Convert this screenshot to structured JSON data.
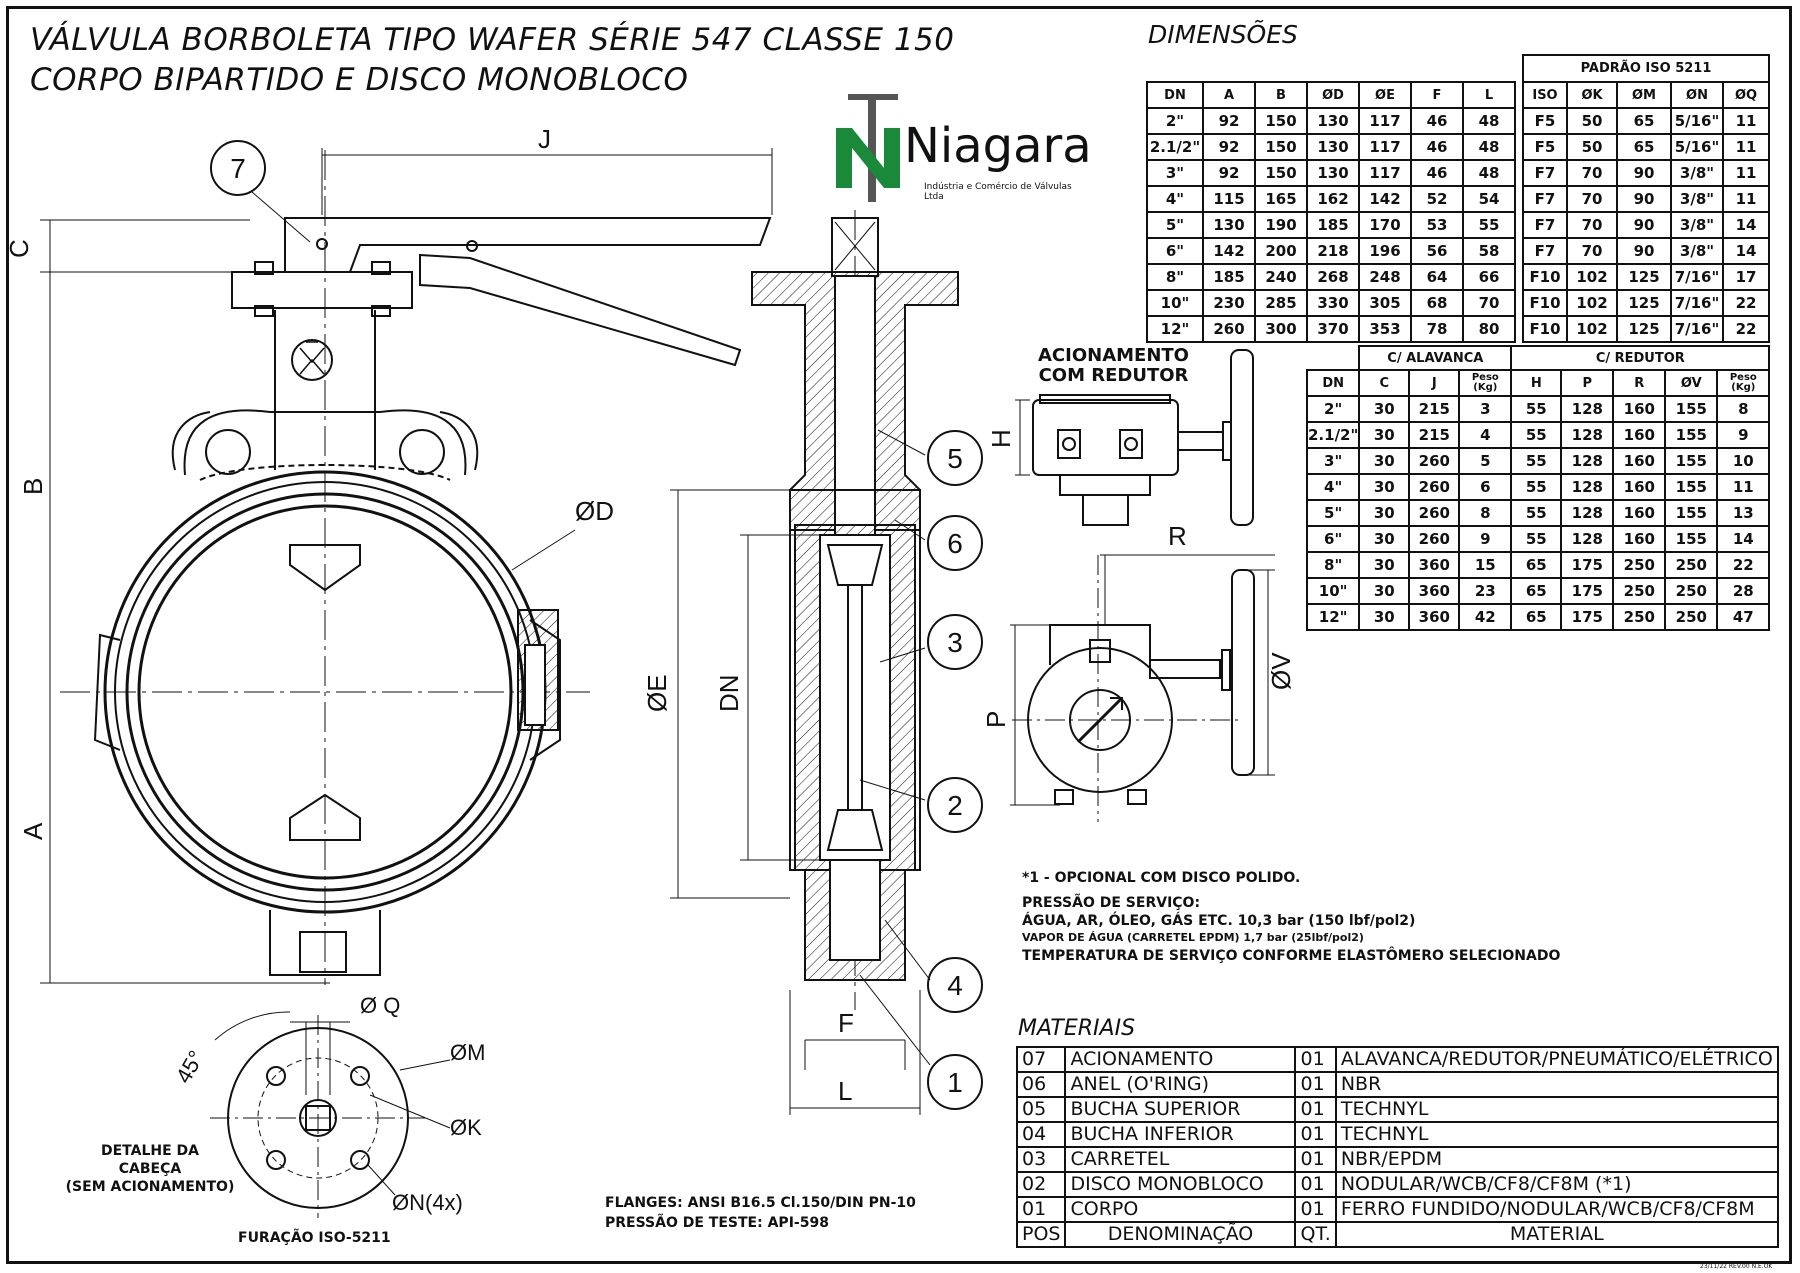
{
  "title": {
    "line1": "VÁLVULA BORBOLETA TIPO WAFER SÉRIE 547 CLASSE 150",
    "line2": "CORPO BIPARTIDO E DISCO MONOBLOCO"
  },
  "logo": {
    "name": "Niagara",
    "subtitle": "Indústria e Comércio de Válvulas Ltda"
  },
  "dimensions": {
    "heading": "DIMENSÕES",
    "iso_group": "PADRÃO ISO 5211",
    "headers": [
      "DN",
      "A",
      "B",
      "ØD",
      "ØE",
      "F",
      "L",
      "ISO",
      "ØK",
      "ØM",
      "ØN",
      "ØQ"
    ],
    "rows": [
      [
        "2\"",
        "92",
        "150",
        "130",
        "117",
        "46",
        "48",
        "F5",
        "50",
        "65",
        "5/16\"",
        "11"
      ],
      [
        "2.1/2\"",
        "92",
        "150",
        "130",
        "117",
        "46",
        "48",
        "F5",
        "50",
        "65",
        "5/16\"",
        "11"
      ],
      [
        "3\"",
        "92",
        "150",
        "130",
        "117",
        "46",
        "48",
        "F7",
        "70",
        "90",
        "3/8\"",
        "11"
      ],
      [
        "4\"",
        "115",
        "165",
        "162",
        "142",
        "52",
        "54",
        "F7",
        "70",
        "90",
        "3/8\"",
        "11"
      ],
      [
        "5\"",
        "130",
        "190",
        "185",
        "170",
        "53",
        "55",
        "F7",
        "70",
        "90",
        "3/8\"",
        "14"
      ],
      [
        "6\"",
        "142",
        "200",
        "218",
        "196",
        "56",
        "58",
        "F7",
        "70",
        "90",
        "3/8\"",
        "14"
      ],
      [
        "8\"",
        "185",
        "240",
        "268",
        "248",
        "64",
        "66",
        "F10",
        "102",
        "125",
        "7/16\"",
        "17"
      ],
      [
        "10\"",
        "230",
        "285",
        "330",
        "305",
        "68",
        "70",
        "F10",
        "102",
        "125",
        "7/16\"",
        "22"
      ],
      [
        "12\"",
        "260",
        "300",
        "370",
        "353",
        "78",
        "80",
        "F10",
        "102",
        "125",
        "7/16\"",
        "22"
      ]
    ]
  },
  "actuation": {
    "group_lever": "C/ ALAVANCA",
    "group_gear": "C/ REDUTOR",
    "headers": [
      "DN",
      "C",
      "J",
      "Peso (Kg)",
      "H",
      "P",
      "R",
      "ØV",
      "Peso (Kg)"
    ],
    "rows": [
      [
        "2\"",
        "30",
        "215",
        "3",
        "55",
        "128",
        "160",
        "155",
        "8"
      ],
      [
        "2.1/2\"",
        "30",
        "215",
        "4",
        "55",
        "128",
        "160",
        "155",
        "9"
      ],
      [
        "3\"",
        "30",
        "260",
        "5",
        "55",
        "128",
        "160",
        "155",
        "10"
      ],
      [
        "4\"",
        "30",
        "260",
        "6",
        "55",
        "128",
        "160",
        "155",
        "11"
      ],
      [
        "5\"",
        "30",
        "260",
        "8",
        "55",
        "128",
        "160",
        "155",
        "13"
      ],
      [
        "6\"",
        "30",
        "260",
        "9",
        "55",
        "128",
        "160",
        "155",
        "14"
      ],
      [
        "8\"",
        "30",
        "360",
        "15",
        "65",
        "175",
        "250",
        "250",
        "22"
      ],
      [
        "10\"",
        "30",
        "360",
        "23",
        "65",
        "175",
        "250",
        "250",
        "28"
      ],
      [
        "12\"",
        "30",
        "360",
        "42",
        "65",
        "175",
        "250",
        "250",
        "47"
      ]
    ]
  },
  "gear_label": {
    "line1": "ACIONAMENTO",
    "line2": "COM REDUTOR"
  },
  "notes": {
    "n1": "*1 - OPCIONAL COM DISCO POLIDO.",
    "n2": "PRESSÃO DE SERVIÇO:",
    "n3": "ÁGUA, AR, ÓLEO, GÁS ETC. 10,3 bar (150 lbf/pol2)",
    "n4": "VAPOR DE ÁGUA (CARRETEL EPDM) 1,7 bar (25lbf/pol2)",
    "n5": "TEMPERATURA DE SERVIÇO CONFORME ELASTÔMERO SELECIONADO"
  },
  "flanges": {
    "line1": "FLANGES: ANSI B16.5 Cl.150/DIN PN-10",
    "line2": "PRESSÃO DE TESTE: API-598"
  },
  "head_detail": {
    "line1": "DETALHE DA",
    "line2": "CABEÇA",
    "line3": "(SEM ACIONAMENTO)",
    "caption": "FURAÇÃO ISO-5211",
    "angle": "45°"
  },
  "materials": {
    "heading": "MATERIAIS",
    "rows": [
      [
        "07",
        "ACIONAMENTO",
        "01",
        "ALAVANCA/REDUTOR/PNEUMÁTICO/ELÉTRICO"
      ],
      [
        "06",
        "ANEL (O'RING)",
        "01",
        "NBR"
      ],
      [
        "05",
        "BUCHA SUPERIOR",
        "01",
        "TECHNYL"
      ],
      [
        "04",
        "BUCHA INFERIOR",
        "01",
        "TECHNYL"
      ],
      [
        "03",
        "CARRETEL",
        "01",
        "NBR/EPDM"
      ],
      [
        "02",
        "DISCO MONOBLOCO",
        "01",
        "NODULAR/WCB/CF8/CF8M (*1)"
      ],
      [
        "01",
        "CORPO",
        "01",
        "FERRO FUNDIDO/NODULAR/WCB/CF8/CF8M"
      ]
    ],
    "footer": [
      "POS",
      "DENOMINAÇÃO",
      "QT.",
      "MATERIAL"
    ]
  },
  "dim_labels": {
    "A": "A",
    "B": "B",
    "C": "C",
    "J": "J",
    "D": "ØD",
    "E": "ØE",
    "DN": "DN",
    "F": "F",
    "L": "L",
    "H": "H",
    "P": "P",
    "R": "R",
    "V": "ØV",
    "Q": "Ø Q",
    "M": "ØM",
    "K": "ØK",
    "N": "ØN(4x)"
  },
  "balloons": [
    "1",
    "2",
    "3",
    "4",
    "5",
    "6",
    "7"
  ],
  "revision": "23/11/22 REV.00 N.E.OK"
}
